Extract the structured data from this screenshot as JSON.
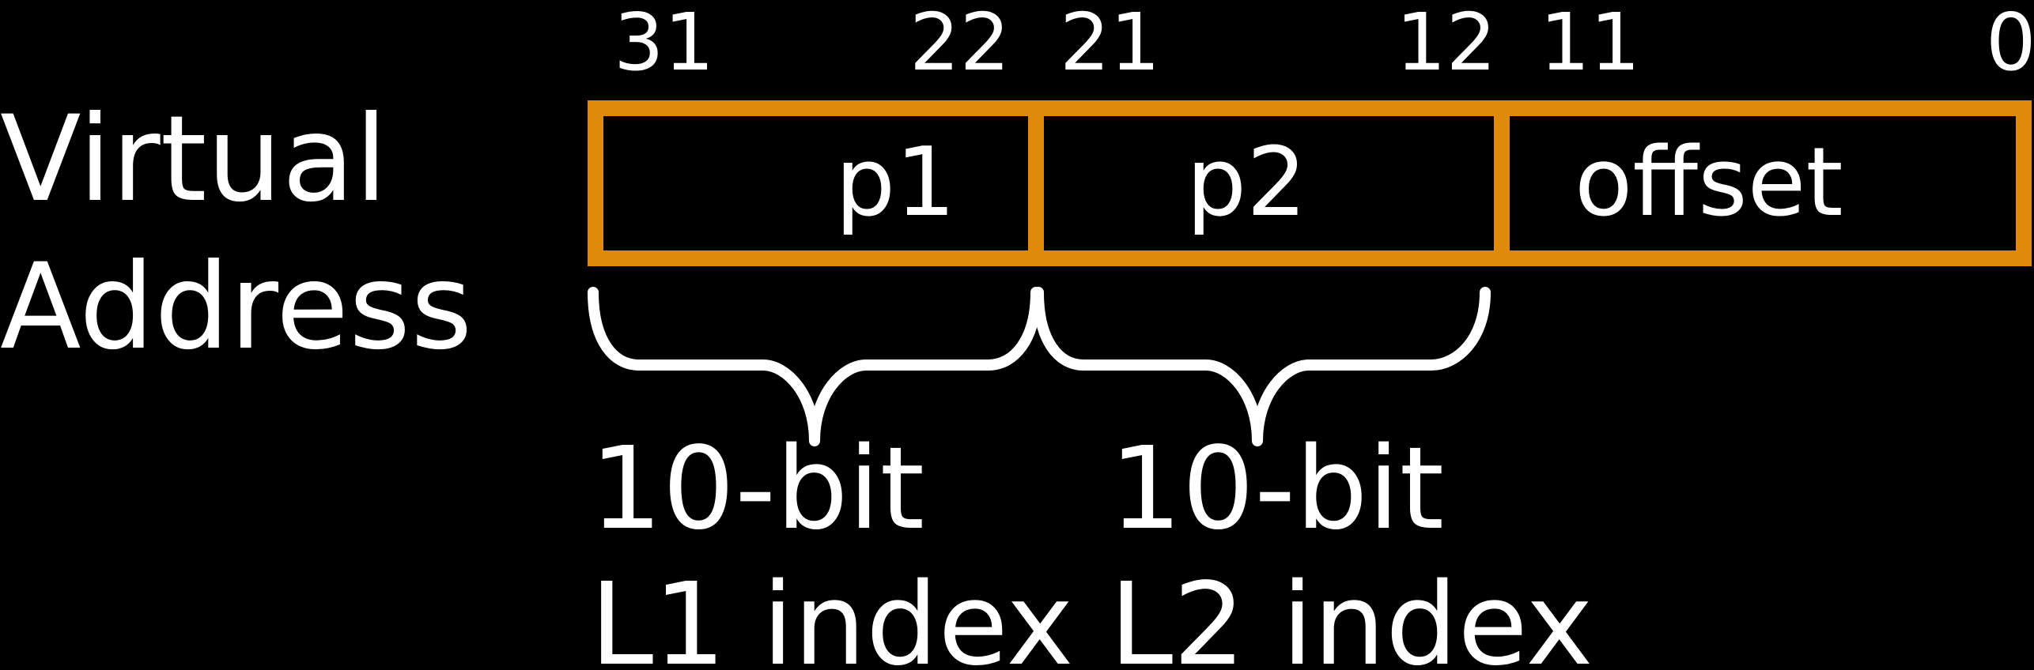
{
  "label": {
    "line1": "Virtual",
    "line2": "Address"
  },
  "bit_numbers": {
    "p1_high": "31",
    "p1_low": "22",
    "p2_high": "21",
    "p2_low": "12",
    "offset_high": "11",
    "offset_low": "0"
  },
  "fields": {
    "p1": "p1",
    "p2": "p2",
    "offset": "offset"
  },
  "captions": {
    "l1": {
      "line1": "10-bit",
      "line2": "L1 index"
    },
    "l2": {
      "line1": "10-bit",
      "line2": "L2 index"
    }
  },
  "colors": {
    "background": "#000000",
    "field_border": "#E08A0C",
    "text": "#FFFFFF",
    "brace": "#FFFFFF"
  }
}
